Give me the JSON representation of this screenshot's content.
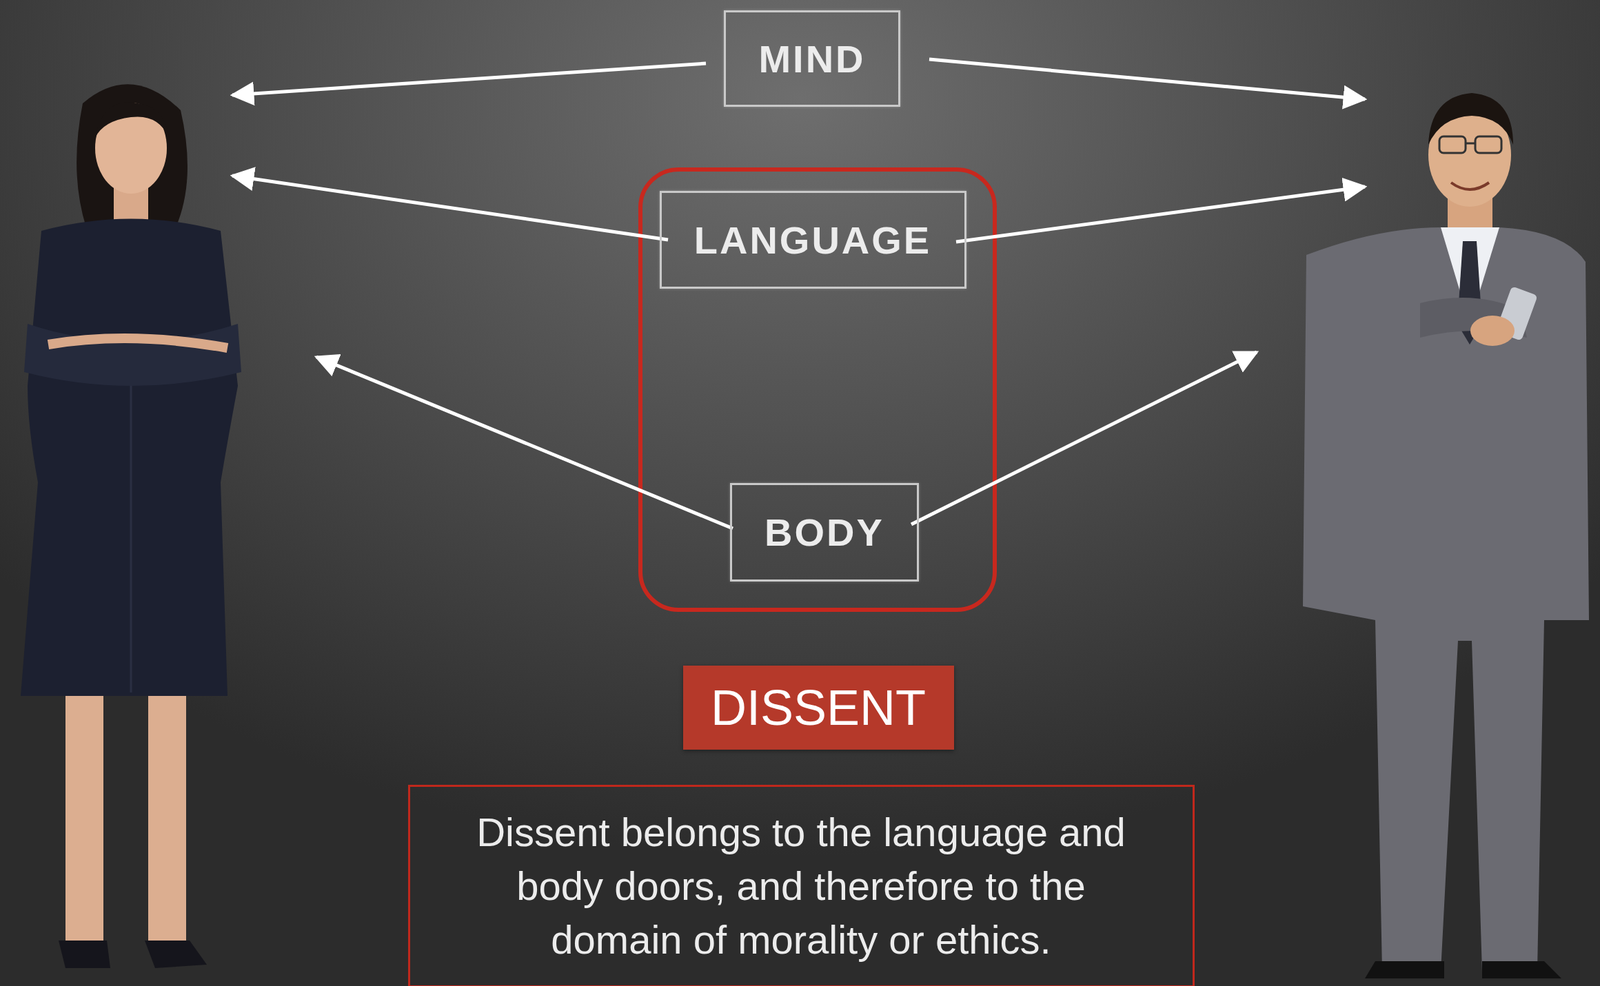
{
  "diagram": {
    "nodes": [
      {
        "text": [
          "MIND"
        ]
      },
      {
        "text": [
          "LANGUAGE"
        ]
      },
      {
        "text": [
          "BODY"
        ]
      },
      {
        "text": [
          "DISSENT"
        ]
      },
      {
        "text": [
          "Dissent belongs to the language and body doors, and therefore to the domain of morality or ethics."
        ]
      }
    ]
  }
}
